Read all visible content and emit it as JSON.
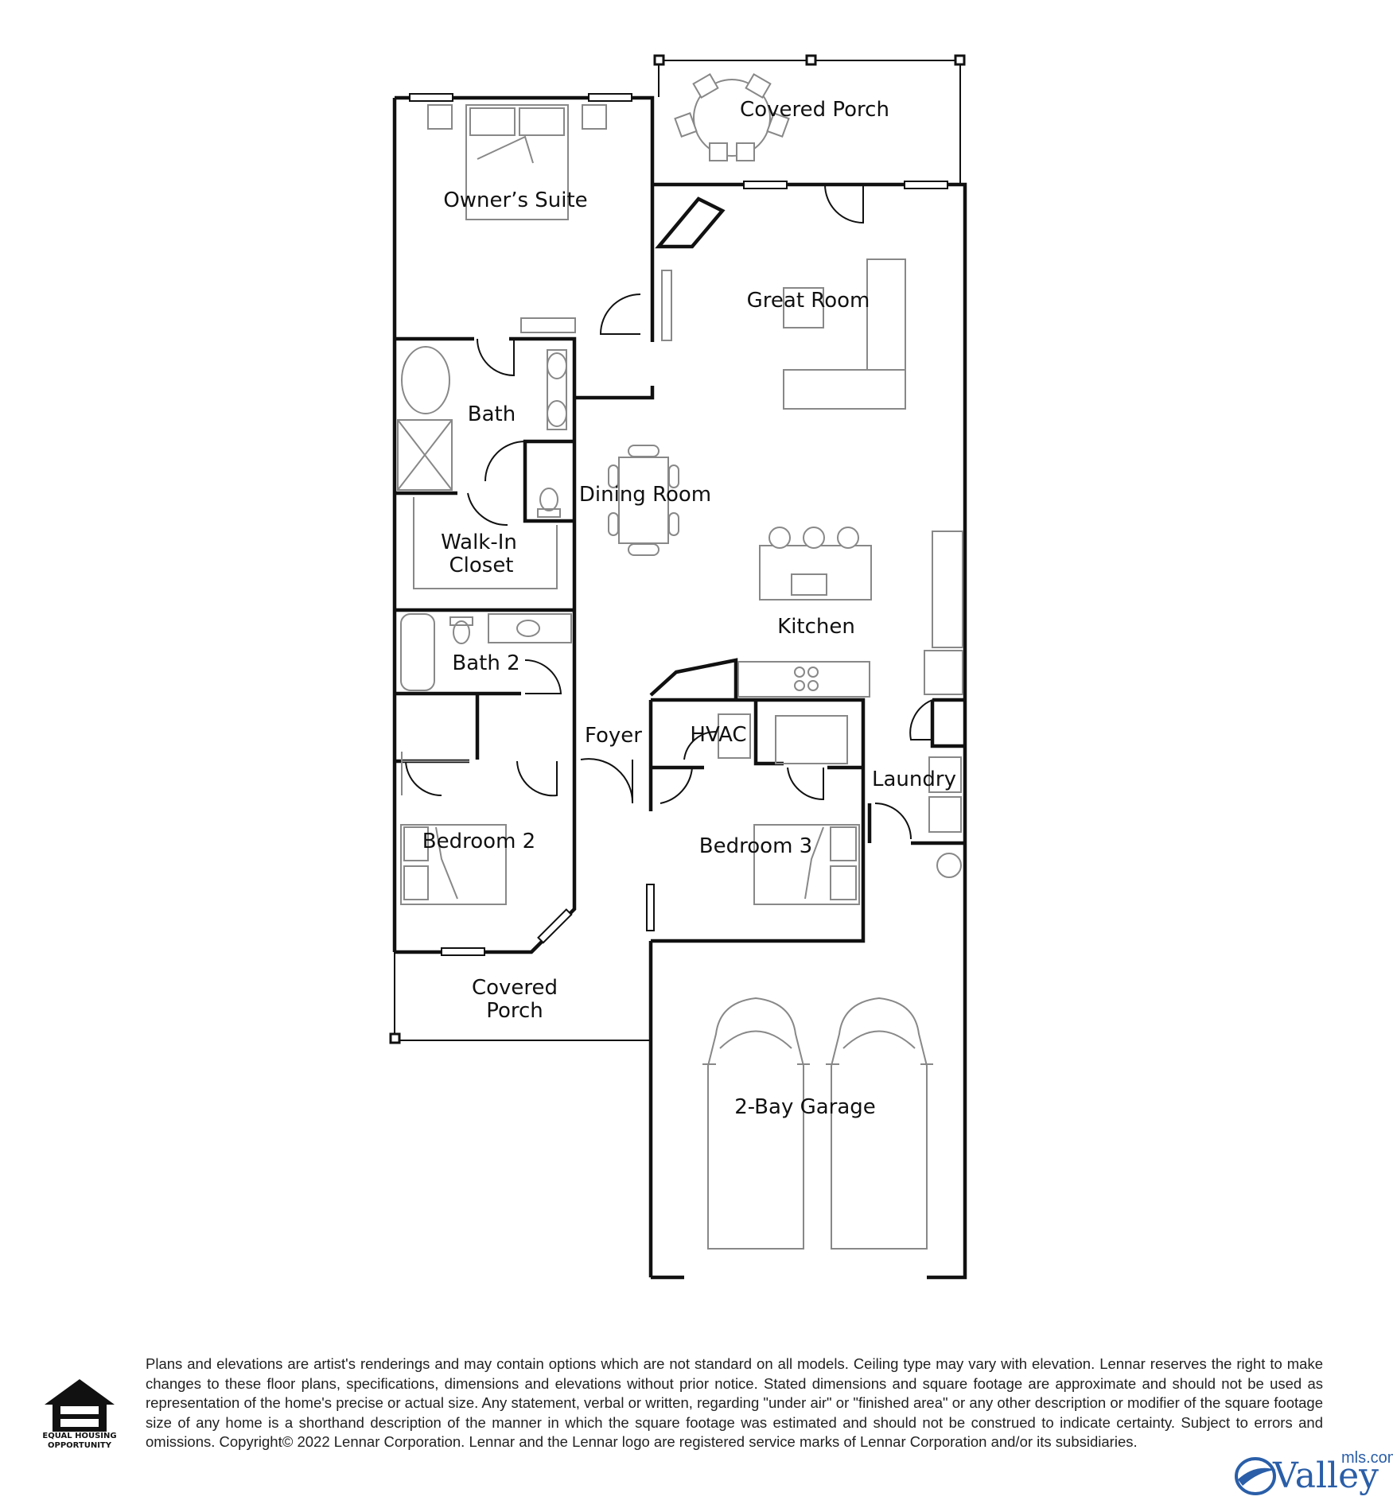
{
  "rooms": {
    "covered_porch_rear": "Covered Porch",
    "owners_suite": "Owner’s Suite",
    "great_room": "Great Room",
    "bath": "Bath",
    "dining_room": "Dining Room",
    "walk_in_closet_1": "Walk-In",
    "walk_in_closet_2": "Closet",
    "kitchen": "Kitchen",
    "bath_2": "Bath 2",
    "foyer": "Foyer",
    "hvac": "HVAC",
    "laundry": "Laundry",
    "bedroom_2": "Bedroom 2",
    "bedroom_3": "Bedroom 3",
    "covered_porch_front_1": "Covered",
    "covered_porch_front_2": "Porch",
    "garage": "2-Bay Garage"
  },
  "disclaimer": "Plans and elevations are artist's renderings and may contain options which are not standard on all models. Ceiling type may vary with elevation. Lennar reserves the right to make changes to these floor plans, specifications, dimensions and elevations without prior notice. Stated dimensions and square footage are approximate and should not be used as representation of the home's precise or actual size. Any statement, verbal or written, regarding \"under air\" or \"finished area\" or any other description or modifier of the square footage size of any home is a shorthand description of the manner in which the square footage was estimated and should not be construed to indicate certainty. Subject to errors and omissions. Copyright© 2022 Lennar Corporation. Lennar and the Lennar logo are registered service marks of Lennar Corporation and/or its subsidiaries.",
  "equal_housing": {
    "line1": "EQUAL HOUSING",
    "line2": "OPPORTUNITY",
    "icon": "equal-housing-icon"
  },
  "logo": {
    "name": "Valley",
    "suffix": "mls.com",
    "icon": "valley-swoosh-icon"
  },
  "colors": {
    "walls": "#111111",
    "fixtures": "#888888",
    "logo": "#2a5ea8"
  }
}
